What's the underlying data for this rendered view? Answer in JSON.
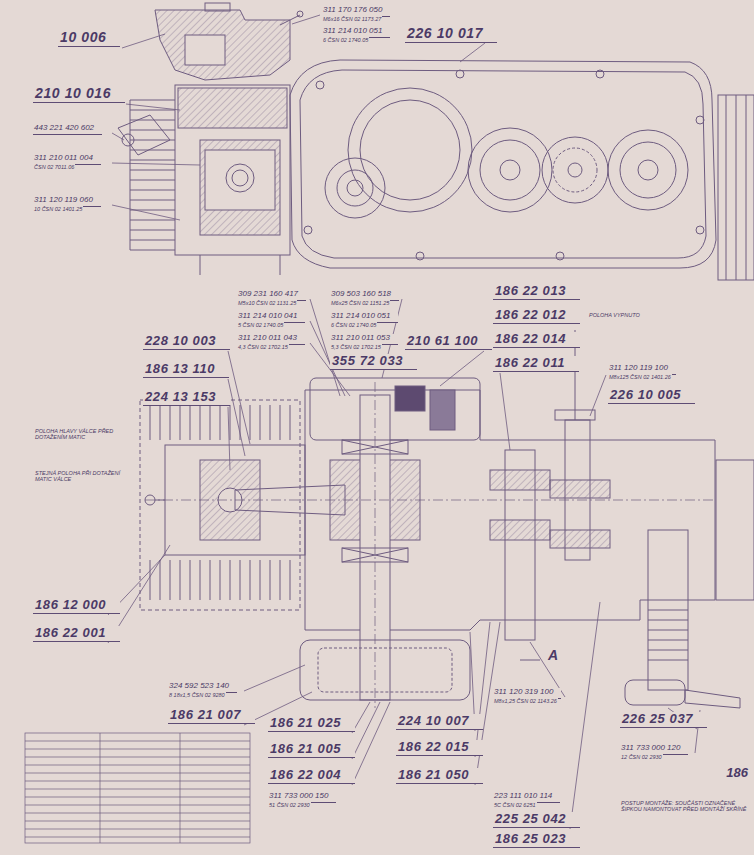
{
  "diagram": {
    "labels": [
      "10 006",
      "210 10 016",
      "443 221 420 602",
      "311 210 011 004",
      "ČSN 02 7011.06",
      "311 120 119 060",
      "10 ČSN 02 1401.25",
      "311 170 176 050",
      "M6x16 ČSN 02 1173.27",
      "311 214 010 051",
      "6 ČSN 02 1740.05",
      "226 10 017",
      "309 231 160 417",
      "M5x10 ČSN 02 1131.25",
      "311 214 010 041",
      "5 ČSN 02 1740.05",
      "311 210 011 043",
      "4,3 ČSN 02 1702.15",
      "309 503 160 518",
      "M6x25 ČSN 02 1151.25",
      "311 214 010 051",
      "6 ČSN 02 1740.05",
      "311 210 011 053",
      "5,3 ČSN 02 1702.15",
      "355 72 033",
      "210 61 100",
      "228 10 003",
      "186 13 110",
      "224 13 153",
      "186 22 013",
      "186 22 012",
      "186 22 014",
      "186 22 011",
      "POLOHA VYPNUTO",
      "311 120 119 100",
      "M8x125 ČSN 02 1401.26",
      "226 10 005",
      "POLOHA HLAVY VÁLCE PŘED DOTAŽENÍM MATIC",
      "STEJNÁ POLOHA PŘI DOTAŽENÍ MATIC VÁLCE",
      "186 12 000",
      "186 22 001",
      "324 592 523 140",
      "8 18x1,5 ČSN 02 9280",
      "186 21 007",
      "186 21 025",
      "186 21 005",
      "186 22 004",
      "311 733 000 150",
      "51 ČSN 02 2930",
      "224 10 007",
      "186 22 015",
      "186 21 050",
      "311 120 319 100",
      "M8x1,25 ČSN 02 1143.26",
      "A",
      "223 111 010 114",
      "5C ČSN 02 6251",
      "225 25 042",
      "186 25 023",
      "226 25 037",
      "311 733 000 120",
      "12 ČSN 02 2930",
      "POSTUP MONTÁŽE: SOUČÁSTI OZNAČENÉ ŠIPKOU NAMONTOVAT PŘED MONTÁŽÍ SKŘÍNĚ",
      "186"
    ]
  }
}
